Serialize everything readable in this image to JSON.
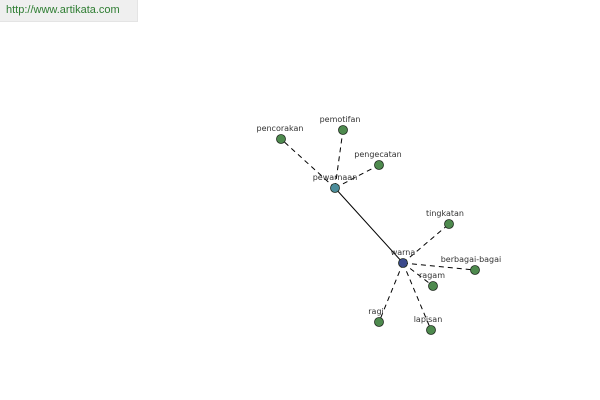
{
  "header": {
    "source_link": "http://www.artikata.com"
  },
  "graph": {
    "colors": {
      "hub": "#3b4a8c",
      "sub_hub": "#4b8c9a",
      "leaf": "#4e8a4e",
      "edge": "#000000"
    },
    "nodes": [
      {
        "id": "warna",
        "label": "warna",
        "kind": "hub"
      },
      {
        "id": "pewarnaan",
        "label": "pewarnaan",
        "kind": "sub_hub"
      },
      {
        "id": "pencorakan",
        "label": "pencorakan",
        "kind": "leaf"
      },
      {
        "id": "pemotifan",
        "label": "pemotifan",
        "kind": "leaf"
      },
      {
        "id": "pengecatan",
        "label": "pengecatan",
        "kind": "leaf"
      },
      {
        "id": "tingkatan",
        "label": "tingkatan",
        "kind": "leaf"
      },
      {
        "id": "berbagai-bagai",
        "label": "berbagai-bagai",
        "kind": "leaf"
      },
      {
        "id": "ragam",
        "label": "ragam",
        "kind": "leaf"
      },
      {
        "id": "ragi",
        "label": "ragi",
        "kind": "leaf"
      },
      {
        "id": "lapisan",
        "label": "lapisan",
        "kind": "leaf"
      }
    ],
    "edges": [
      {
        "from": "warna",
        "to": "pewarnaan",
        "style": "solid"
      },
      {
        "from": "pewarnaan",
        "to": "pencorakan",
        "style": "dashed"
      },
      {
        "from": "pewarnaan",
        "to": "pemotifan",
        "style": "dashed"
      },
      {
        "from": "pewarnaan",
        "to": "pengecatan",
        "style": "dashed"
      },
      {
        "from": "warna",
        "to": "tingkatan",
        "style": "dashed"
      },
      {
        "from": "warna",
        "to": "berbagai-bagai",
        "style": "dashed"
      },
      {
        "from": "warna",
        "to": "ragam",
        "style": "dashed"
      },
      {
        "from": "warna",
        "to": "ragi",
        "style": "dashed"
      },
      {
        "from": "warna",
        "to": "lapisan",
        "style": "dashed"
      }
    ]
  }
}
